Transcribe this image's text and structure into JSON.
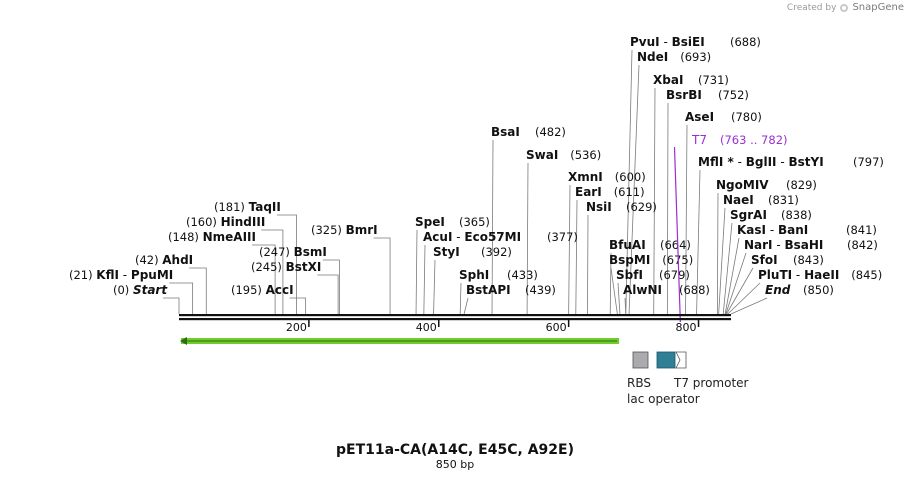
{
  "credit": {
    "text": "Created by",
    "brand": "SnapGene"
  },
  "map": {
    "name": "pET11a-CA(A14C, E45C, A92E)",
    "length_label": "850 bp",
    "length": 850,
    "ticks": [
      200,
      400,
      600,
      800
    ],
    "tick_labels": [
      "200",
      "400",
      "600",
      "800"
    ]
  },
  "sites": [
    {
      "pos": 0,
      "display": "(0)",
      "names": [
        "Start"
      ],
      "italic": true
    },
    {
      "pos": 21,
      "display": "(21)",
      "names": [
        "KflI",
        "PpuMI"
      ]
    },
    {
      "pos": 42,
      "display": "(42)",
      "names": [
        "AhdI"
      ]
    },
    {
      "pos": 148,
      "display": "(148)",
      "names": [
        "NmeAIII"
      ]
    },
    {
      "pos": 160,
      "display": "(160)",
      "names": [
        "HindIII"
      ]
    },
    {
      "pos": 181,
      "display": "(181)",
      "names": [
        "TaqII"
      ]
    },
    {
      "pos": 195,
      "display": "(195)",
      "names": [
        "AccI"
      ]
    },
    {
      "pos": 245,
      "display": "(245)",
      "names": [
        "BstXI"
      ]
    },
    {
      "pos": 247,
      "display": "(247)",
      "names": [
        "BsmI"
      ]
    },
    {
      "pos": 325,
      "display": "(325)",
      "names": [
        "BmrI"
      ]
    },
    {
      "pos": 365,
      "display": "(365)",
      "names": [
        "SpeI"
      ]
    },
    {
      "pos": 377,
      "display": "(377)",
      "names": [
        "AcuI",
        "Eco57MI"
      ]
    },
    {
      "pos": 392,
      "display": "(392)",
      "names": [
        "StyI"
      ]
    },
    {
      "pos": 433,
      "display": "(433)",
      "names": [
        "SphI"
      ]
    },
    {
      "pos": 439,
      "display": "(439)",
      "names": [
        "BstAPI"
      ]
    },
    {
      "pos": 482,
      "display": "(482)",
      "names": [
        "BsaI"
      ]
    },
    {
      "pos": 536,
      "display": "(536)",
      "names": [
        "SwaI"
      ]
    },
    {
      "pos": 600,
      "display": "(600)",
      "names": [
        "XmnI"
      ]
    },
    {
      "pos": 611,
      "display": "(611)",
      "names": [
        "EarI"
      ]
    },
    {
      "pos": 629,
      "display": "(629)",
      "names": [
        "NsiI"
      ]
    },
    {
      "pos": 664,
      "display": "(664)",
      "names": [
        "BfuAI"
      ]
    },
    {
      "pos": 675,
      "display": "(675)",
      "names": [
        "BspMI"
      ]
    },
    {
      "pos": 679,
      "display": "(679)",
      "names": [
        "SbfI"
      ]
    },
    {
      "pos": 688,
      "display": "(688)",
      "names": [
        "AlwNI"
      ]
    },
    {
      "pos": 688,
      "display": "(688)",
      "names": [
        "PvuI",
        "BsiEI"
      ]
    },
    {
      "pos": 693,
      "display": "(693)",
      "names": [
        "NdeI"
      ]
    },
    {
      "pos": 731,
      "display": "(731)",
      "names": [
        "XbaI"
      ]
    },
    {
      "pos": 752,
      "display": "(752)",
      "names": [
        "BsrBI"
      ]
    },
    {
      "pos": 780,
      "display": "(780)",
      "names": [
        "AseI"
      ]
    },
    {
      "pos": 797,
      "display": "(797)",
      "names": [
        "MflI *",
        "BglII",
        "BstYI"
      ]
    },
    {
      "pos": 829,
      "display": "(829)",
      "names": [
        "NgoMIV"
      ]
    },
    {
      "pos": 831,
      "display": "(831)",
      "names": [
        "NaeI"
      ]
    },
    {
      "pos": 838,
      "display": "(838)",
      "names": [
        "SgrAI"
      ]
    },
    {
      "pos": 841,
      "display": "(841)",
      "names": [
        "KasI",
        "BanI"
      ]
    },
    {
      "pos": 842,
      "display": "(842)",
      "names": [
        "NarI",
        "BsaHI"
      ]
    },
    {
      "pos": 843,
      "display": "(843)",
      "names": [
        "SfoI"
      ]
    },
    {
      "pos": 845,
      "display": "(845)",
      "names": [
        "PluTI",
        "HaeII"
      ]
    },
    {
      "pos": 850,
      "display": "(850)",
      "names": [
        "End"
      ],
      "italic": true
    }
  ],
  "features": {
    "t7_site": {
      "name": "T7",
      "range": "(763 .. 782)",
      "color": "#9b30d0"
    },
    "orf_arrow": {
      "start": 0,
      "end": 690,
      "color": "#6fce2e",
      "direction": "reverse"
    },
    "rbs": {
      "label": "RBS",
      "color": "#a9abad"
    },
    "lac_operator": {
      "label": "lac operator",
      "color": "#2f7f96"
    },
    "t7_promoter": {
      "label": "T7 promoter",
      "color": "#ffffff"
    }
  },
  "colors": {
    "backbone": "#111111",
    "leader": "#7a7a7a",
    "t7_accent": "#9b30d0"
  }
}
